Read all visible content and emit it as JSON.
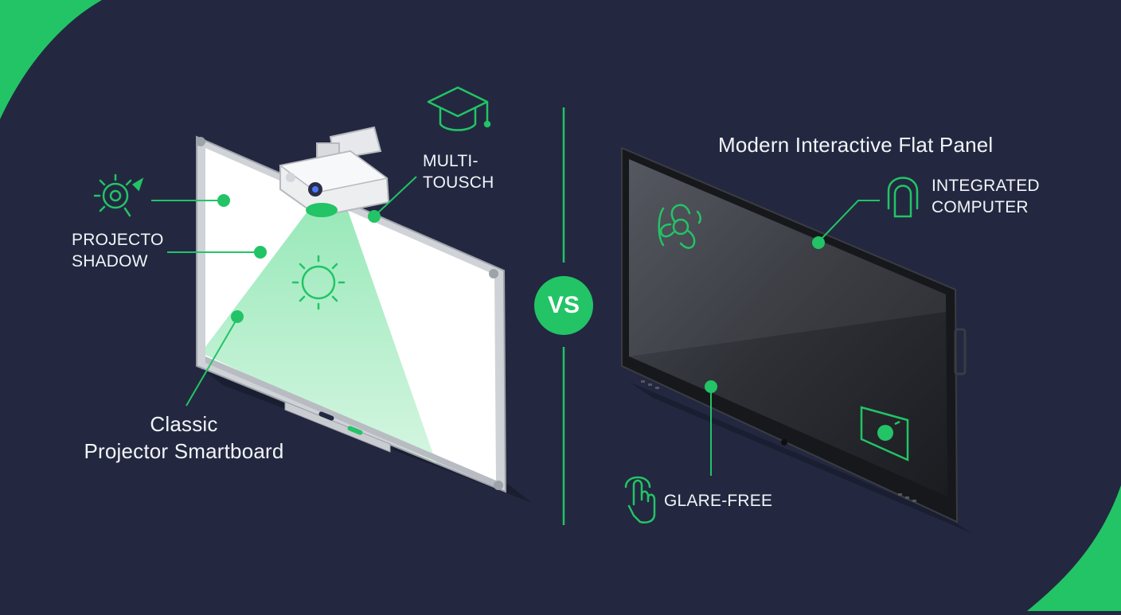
{
  "left": {
    "title_lines": [
      "Classic",
      "Projector Smartboard"
    ],
    "callouts": {
      "projector_shadow": [
        "PROJECTO",
        "SHADOW"
      ],
      "multi_touch": [
        "MULTI-",
        "TOUSCH"
      ]
    }
  },
  "right": {
    "title": "Modern Interactive Flat Panel",
    "callouts": {
      "integrated_computer": [
        "INTEGRATED",
        "COMPUTER"
      ],
      "glare_free": "GLARE-FREE"
    }
  },
  "divider": {
    "label": "VS"
  },
  "colors": {
    "background": "#232840",
    "accent": "#22c466",
    "text": "#f2f4f8",
    "board_frame": "#c9ccd1",
    "panel_body": "#1f2024"
  },
  "icons": {
    "left_top": "graduation-cap-icon",
    "left_side": "projector-burst-icon",
    "left_board": "sun-icon",
    "right_panel_top": "fan-icon",
    "right_top": "touch-finger-icon",
    "right_bottom": "pointing-hand-icon",
    "right_panel_corner": "screen-touch-icon"
  }
}
